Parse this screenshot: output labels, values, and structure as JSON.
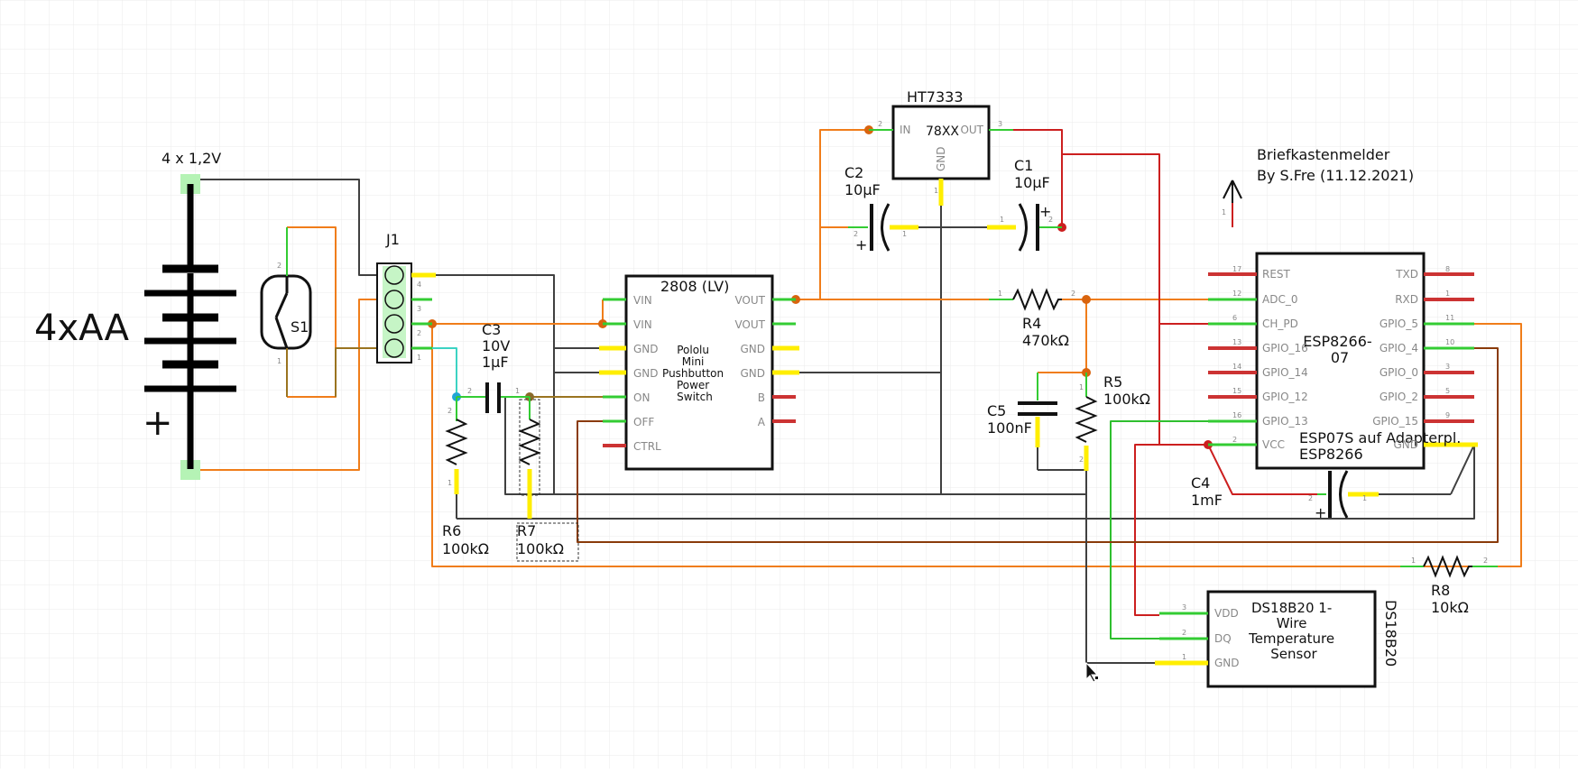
{
  "title": {
    "line1": "Briefkastenmelder",
    "line2": "By S.Fre (11.12.2021)"
  },
  "colors": {
    "grid": "#ebebeb",
    "wire_black": "#404040",
    "wire_orange": "#f07d1a",
    "wire_red": "#cc1f1f",
    "wire_green": "#2fbf2f",
    "wire_brown": "#8a3b0a",
    "wire_olive": "#9a7420",
    "pin_highlight": "#ffee00"
  },
  "battery": {
    "label": "4xAA",
    "voltage": "4 x 1,2V",
    "plus": "+"
  },
  "switch": {
    "label": "S1",
    "pin1": "1",
    "pin2": "2"
  },
  "connector": {
    "label": "J1",
    "pins": [
      "4",
      "3",
      "2",
      "1"
    ]
  },
  "pololu": {
    "title": "2808 (LV)",
    "body": [
      "Pololu",
      "Mini",
      "Pushbutton",
      "Power",
      "Switch"
    ],
    "left_pins": [
      "VIN",
      "VIN",
      "GND",
      "GND",
      "ON",
      "OFF",
      "CTRL"
    ],
    "right_pins": [
      "VOUT",
      "VOUT",
      "GND",
      "GND",
      "B",
      "A"
    ]
  },
  "regulator": {
    "title": "HT7333",
    "part": "78XX",
    "pins": {
      "in": "IN",
      "out": "OUT",
      "gnd": "GND"
    },
    "pin_numbers": {
      "in": "2",
      "out": "3",
      "gnd": "1"
    }
  },
  "capacitors": {
    "c1": {
      "name": "C1",
      "value": "10µF",
      "plus": "+"
    },
    "c2": {
      "name": "C2",
      "value": "10µF",
      "plus": "+"
    },
    "c3": {
      "name": "C3",
      "voltage": "10V",
      "value": "1µF"
    },
    "c4": {
      "name": "C4",
      "value": "1mF",
      "plus": "+"
    },
    "c5": {
      "name": "C5",
      "value": "100nF"
    }
  },
  "resistors": {
    "r4": {
      "name": "R4",
      "value": "470kΩ"
    },
    "r5": {
      "name": "R5",
      "value": "100kΩ"
    },
    "r6": {
      "name": "R6",
      "value": "100kΩ"
    },
    "r7": {
      "name": "R7",
      "value": "100kΩ"
    },
    "r8": {
      "name": "R8",
      "value": "10kΩ"
    }
  },
  "esp": {
    "title": [
      "ESP8266-",
      "07"
    ],
    "subtitle": [
      "ESP07S auf Adapterpl.",
      "ESP8266"
    ],
    "left_pins": [
      "REST",
      "ADC_0",
      "CH_PD",
      "GPIO_16",
      "GPIO_14",
      "GPIO_12",
      "GPIO_13",
      "VCC"
    ],
    "left_nums": [
      "17",
      "12",
      "6",
      "13",
      "14",
      "15",
      "16",
      "2"
    ],
    "right_pins": [
      "TXD",
      "RXD",
      "GPIO_5",
      "GPIO_4",
      "GPIO_0",
      "GPIO_2",
      "GPIO_15",
      "GND"
    ],
    "right_nums": [
      "8",
      "1",
      "11",
      "10",
      "3",
      "5",
      "9",
      ""
    ]
  },
  "sensor": {
    "label": "DS18B20",
    "body": [
      "DS18B20 1-",
      "Wire",
      "Temperature",
      "Sensor"
    ],
    "pins": [
      "VDD",
      "DQ",
      "GND"
    ],
    "pin_nums": [
      "3",
      "2",
      "1"
    ]
  },
  "antenna": {
    "pin": "1"
  },
  "pin_labels": {
    "one": "1",
    "two": "2"
  }
}
